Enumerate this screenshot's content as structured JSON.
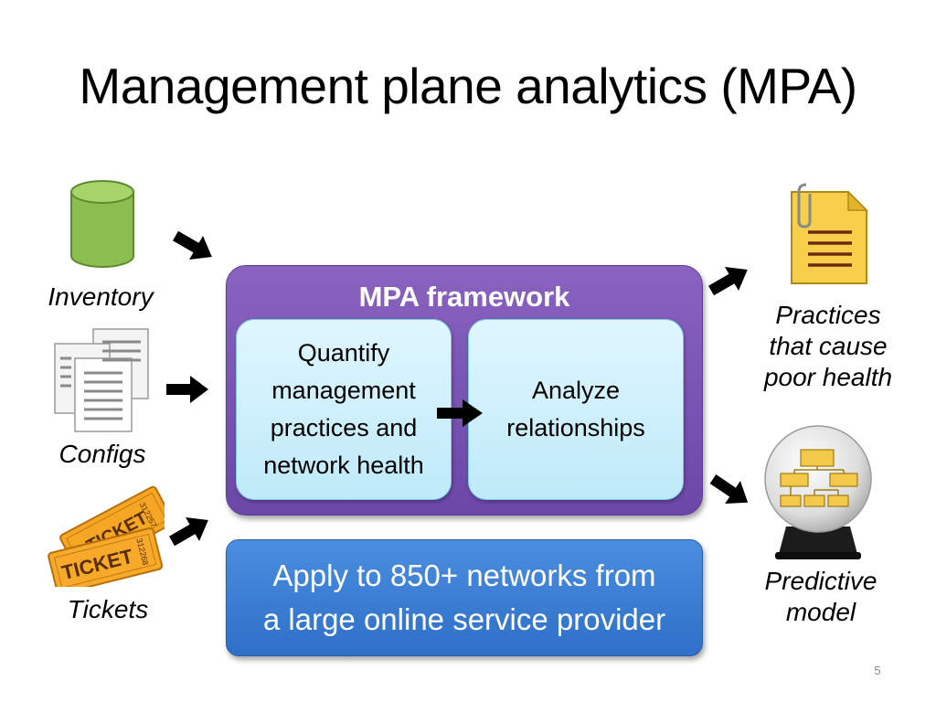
{
  "title": "Management plane analytics (MPA)",
  "inputs": {
    "inventory_label": "Inventory",
    "configs_label": "Configs",
    "tickets_label": "Tickets",
    "ticket_stub_text": "TICKET",
    "ticket_serials": [
      "312257",
      "312268"
    ]
  },
  "framework": {
    "title": "MPA framework",
    "step1_lines": [
      "Quantify",
      "management",
      "practices and",
      "network health"
    ],
    "step2_lines": [
      "Analyze",
      "relationships"
    ]
  },
  "apply": {
    "lines": [
      "Apply to 850+ networks from",
      "a large online service provider"
    ]
  },
  "outputs": {
    "practices_lines": [
      "Practices",
      "that cause",
      "poor health"
    ],
    "predictive_lines": [
      "Predictive",
      "model"
    ]
  },
  "page_number": "5",
  "colors": {
    "framework_purple": "#7a55b6",
    "inner_box_blue": "#cdeffb",
    "apply_blue": "#3a7ed4",
    "cylinder_green": "#8cbf50",
    "ticket_orange": "#f5a623"
  }
}
